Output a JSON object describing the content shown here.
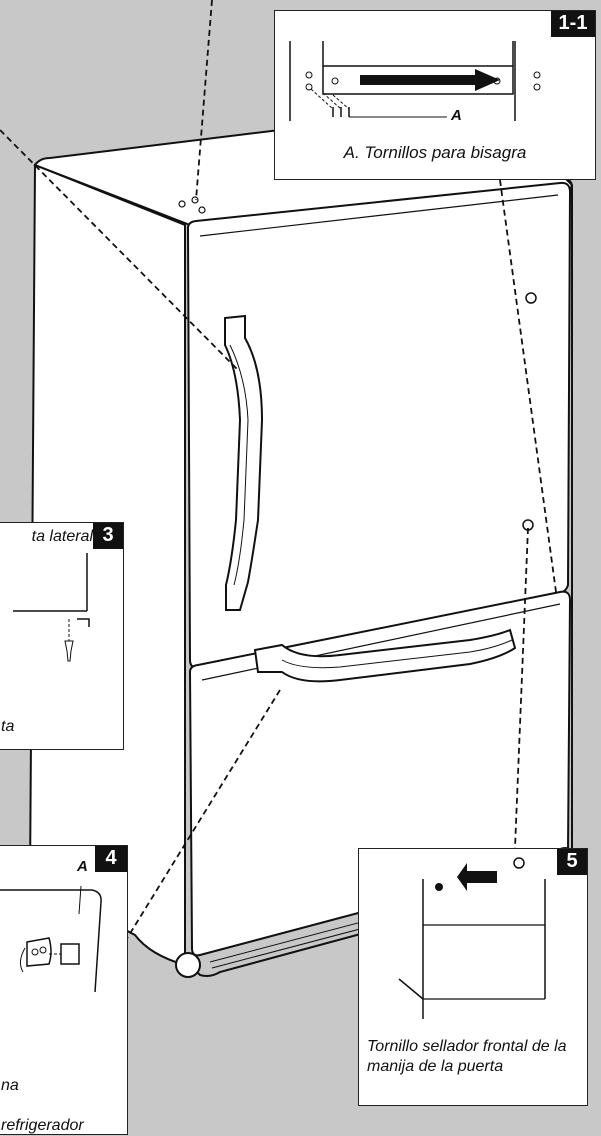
{
  "panels": {
    "p1": {
      "badge": "1-1",
      "marker": "A",
      "caption": "A. Tornillos para bisagra"
    },
    "p3": {
      "badge": "3",
      "caption_top": "ta lateral",
      "caption_bottom": "ta"
    },
    "p4": {
      "badge": "4",
      "marker": "A",
      "caption_1": "na",
      "caption_2": "refrigerador"
    },
    "p5": {
      "badge": "5",
      "caption": "Tornillo sellador frontal de la manija de la puerta"
    }
  },
  "colors": {
    "background": "#c8c8c8",
    "panel": "#ffffff",
    "badge": "#111111",
    "line": "#222222"
  }
}
